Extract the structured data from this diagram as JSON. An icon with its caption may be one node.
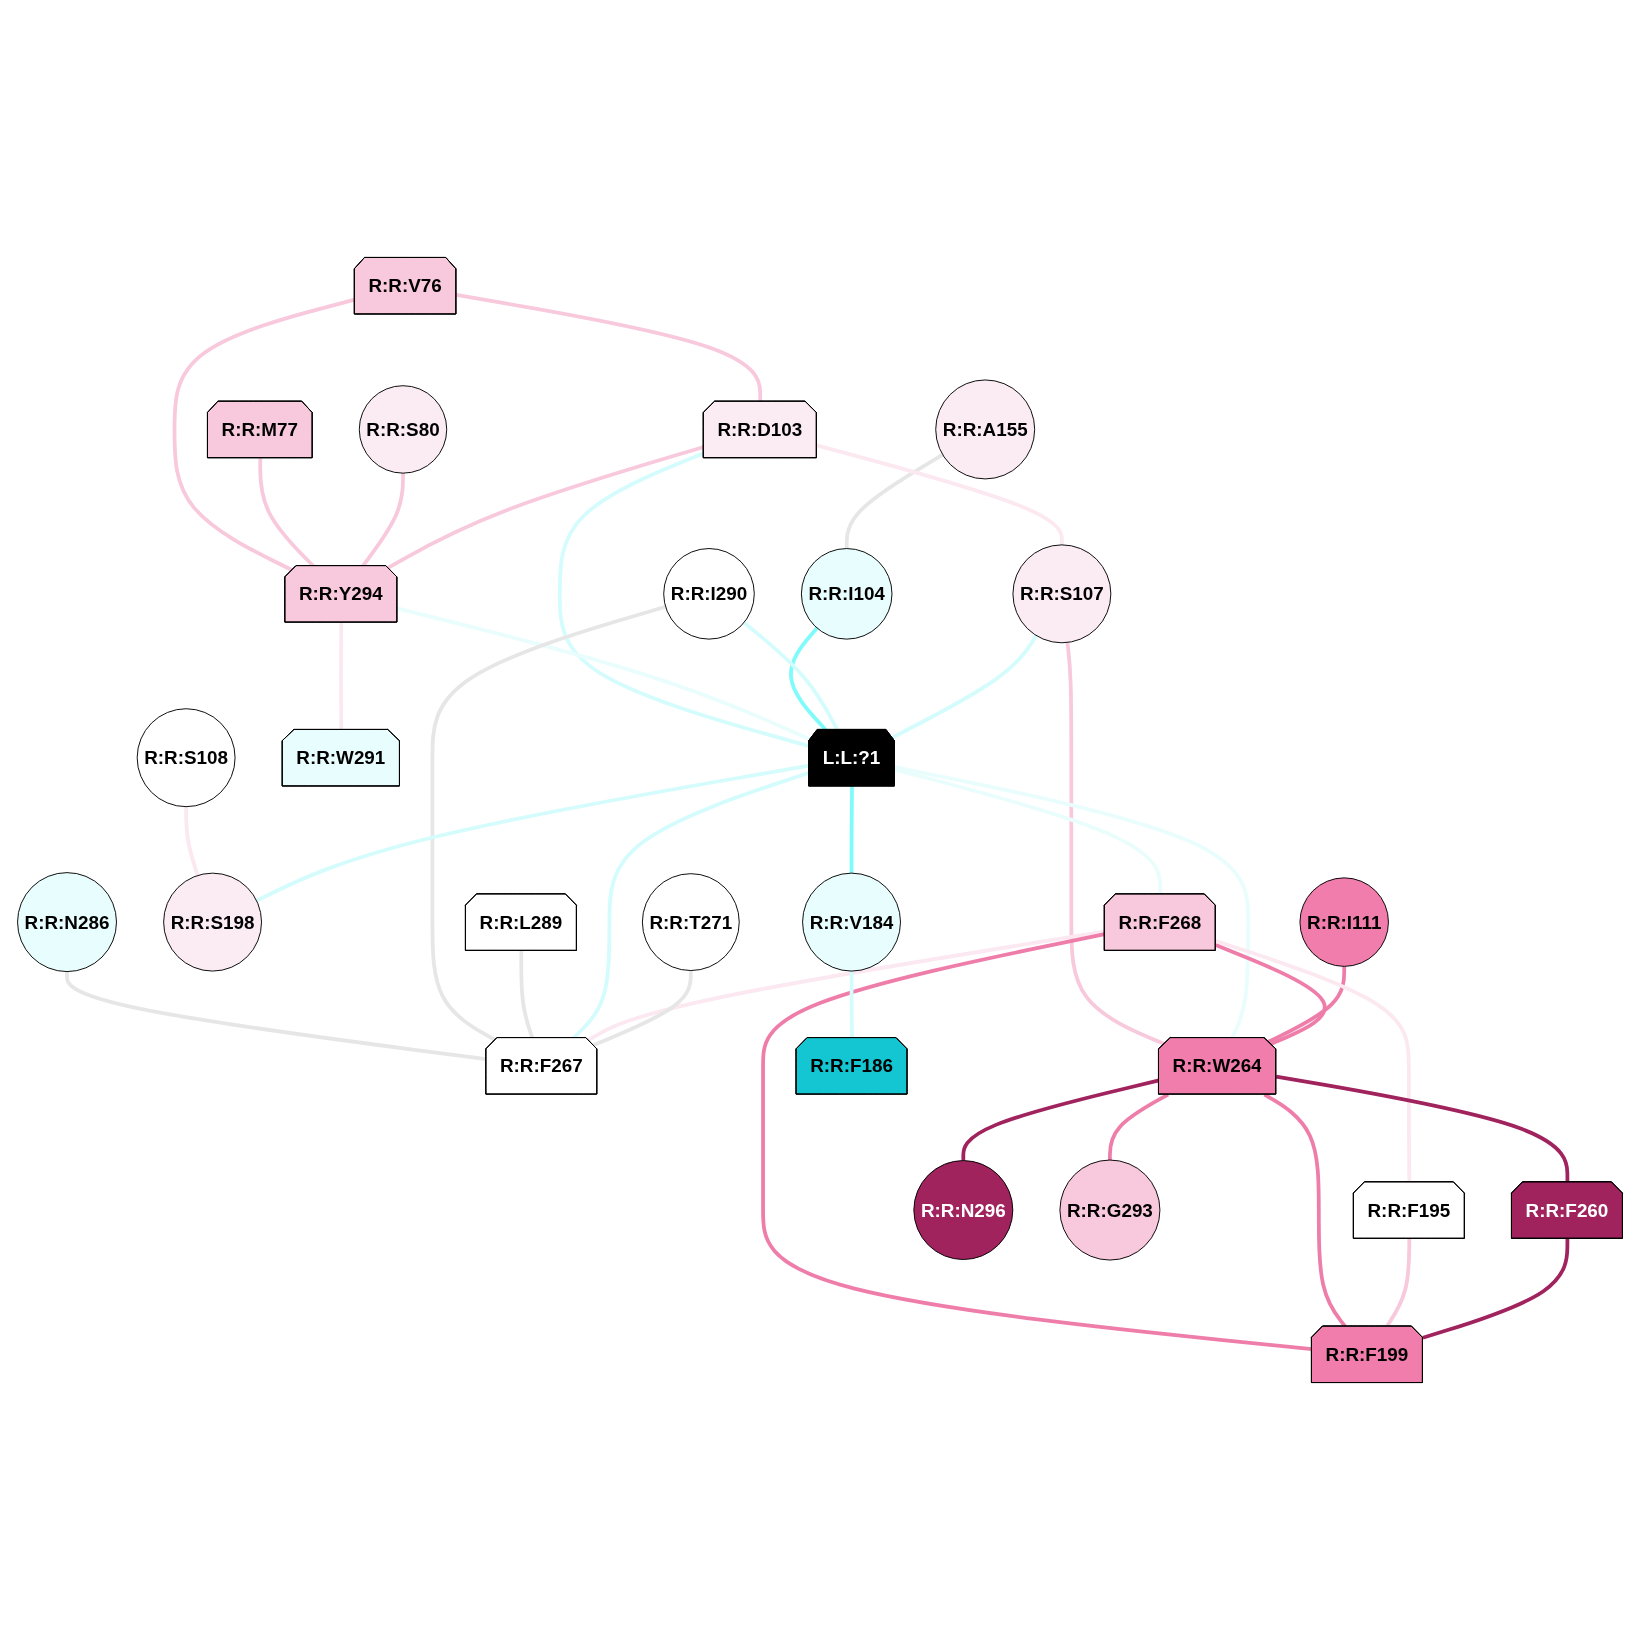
{
  "diagram": {
    "nodes": [
      {
        "text": [
          "R:R:V76"
        ]
      },
      {
        "text": [
          "R:R:N286"
        ]
      },
      {
        "text": [
          "R:R:M77"
        ]
      },
      {
        "text": [
          "R:R:A155"
        ]
      },
      {
        "text": [
          "R:R:S80"
        ]
      },
      {
        "text": [
          "R:R:D103"
        ]
      },
      {
        "text": [
          "R:R:Y294"
        ]
      },
      {
        "text": [
          "R:R:I104"
        ]
      },
      {
        "text": [
          "R:R:W291"
        ]
      },
      {
        "text": [
          "R:R:S108"
        ]
      },
      {
        "text": [
          "R:R:I290"
        ]
      },
      {
        "text": [
          "R:R:S107"
        ]
      },
      {
        "text": [
          "R:R:L289"
        ]
      },
      {
        "text": [
          "L:L:?1"
        ]
      },
      {
        "text": [
          "R:R:I111"
        ]
      },
      {
        "text": [
          "R:R:F268"
        ]
      },
      {
        "text": [
          "R:R:V184"
        ]
      },
      {
        "text": [
          "R:R:T271"
        ]
      },
      {
        "text": [
          "R:R:F186"
        ]
      },
      {
        "text": [
          "R:R:F267"
        ]
      },
      {
        "text": [
          "R:R:S198"
        ]
      },
      {
        "text": [
          "R:R:W264"
        ]
      },
      {
        "text": [
          "R:R:N296"
        ]
      },
      {
        "text": [
          "R:R:F195"
        ]
      },
      {
        "text": [
          "R:R:G293"
        ]
      },
      {
        "text": [
          "R:R:F199"
        ]
      },
      {
        "text": [
          "R:R:F260"
        ]
      }
    ],
    "edges": [
      {
        "from": 0,
        "to": 5,
        "arrow": "none",
        "color": "#f8c8dc"
      },
      {
        "from": 0,
        "to": 6,
        "arrow": "none",
        "color": "#f8c8dc"
      },
      {
        "from": 2,
        "to": 6,
        "arrow": "none",
        "color": "#f8c8dc"
      },
      {
        "from": 1,
        "to": 19,
        "arrow": "none",
        "color": "#e6e6e6"
      },
      {
        "from": 3,
        "to": 7,
        "arrow": "none",
        "color": "#e6e6e6"
      },
      {
        "from": 4,
        "to": 6,
        "arrow": "none",
        "color": "#f8c8dc"
      },
      {
        "from": 5,
        "to": 6,
        "arrow": "none",
        "color": "#f8c8dc"
      },
      {
        "from": 5,
        "to": 13,
        "arrow": "none",
        "color": "#d5fcfc"
      },
      {
        "from": 5,
        "to": 11,
        "arrow": "none",
        "color": "#fbe8f0"
      },
      {
        "from": 6,
        "to": 8,
        "arrow": "none",
        "color": "#fbe8f0"
      },
      {
        "from": 6,
        "to": 13,
        "arrow": "none",
        "color": "#eafdfd"
      },
      {
        "from": 7,
        "to": 13,
        "arrow": "none",
        "color": "#7ffbfb"
      },
      {
        "from": 9,
        "to": 20,
        "arrow": "none",
        "color": "#fbe8f0"
      },
      {
        "from": 10,
        "to": 13,
        "arrow": "none",
        "color": "#d5fcfc"
      },
      {
        "from": 10,
        "to": 19,
        "arrow": "none",
        "color": "#e6e6e6"
      },
      {
        "from": 11,
        "to": 13,
        "arrow": "none",
        "color": "#d5fcfc"
      },
      {
        "from": 11,
        "to": 21,
        "arrow": "none",
        "color": "#f8c8dc"
      },
      {
        "from": 12,
        "to": 19,
        "arrow": "none",
        "color": "#e6e6e6"
      },
      {
        "from": 13,
        "to": 15,
        "arrow": "none",
        "color": "#eafdfd"
      },
      {
        "from": 13,
        "to": 16,
        "arrow": "none",
        "color": "#7ffbfb"
      },
      {
        "from": 13,
        "to": 19,
        "arrow": "none",
        "color": "#d5fcfc"
      },
      {
        "from": 13,
        "to": 21,
        "arrow": "none",
        "color": "#eafdfd"
      },
      {
        "from": 13,
        "to": 20,
        "arrow": "none",
        "color": "#d5fcfc"
      },
      {
        "from": 14,
        "to": 21,
        "arrow": "none",
        "color": "#ef7daa"
      },
      {
        "from": 15,
        "to": 19,
        "arrow": "none",
        "color": "#fbe8f0"
      },
      {
        "from": 15,
        "to": 21,
        "arrow": "none",
        "color": "#ef7daa"
      },
      {
        "from": 15,
        "to": 25,
        "arrow": "none",
        "color": "#ef7daa"
      },
      {
        "from": 15,
        "to": 23,
        "arrow": "none",
        "color": "#fbe8f0"
      },
      {
        "from": 16,
        "to": 18,
        "arrow": "none",
        "color": "#d5fcfc"
      },
      {
        "from": 17,
        "to": 19,
        "arrow": "none",
        "color": "#e6e6e6"
      },
      {
        "from": 21,
        "to": 22,
        "arrow": "none",
        "color": "#a0235e"
      },
      {
        "from": 21,
        "to": 24,
        "arrow": "none",
        "color": "#ef7daa"
      },
      {
        "from": 21,
        "to": 26,
        "arrow": "none",
        "color": "#a0235e"
      },
      {
        "from": 21,
        "to": 25,
        "arrow": "none",
        "color": "#ef7daa"
      },
      {
        "from": 23,
        "to": 25,
        "arrow": "none",
        "color": "#f8c8dc"
      },
      {
        "from": 26,
        "to": 25,
        "arrow": "none",
        "color": "#a0235e"
      }
    ]
  }
}
